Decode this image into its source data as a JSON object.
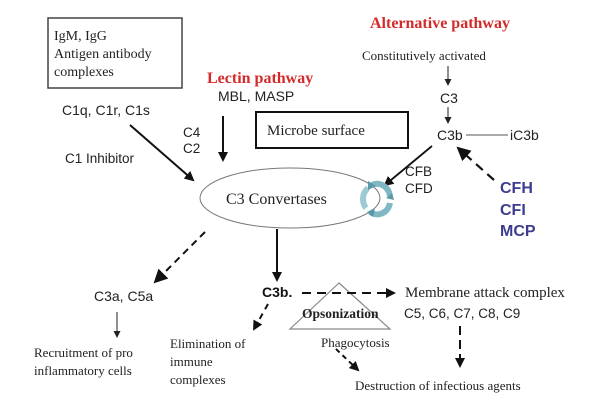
{
  "classical": {
    "box_lines": [
      "IgM, IgG",
      "Antigen antibody",
      "complexes"
    ],
    "components": "C1q, C1r, C1s",
    "inhibitor": "C1 Inhibitor",
    "c4": "C4",
    "c2": "C2"
  },
  "lectin": {
    "title": "Lectin pathway",
    "components": "MBL, MASP",
    "title_color": "#d42a2a"
  },
  "microbe_surface": "Microbe surface",
  "alternative": {
    "title": "Alternative pathway",
    "title_color": "#d42a2a",
    "activation": "Constitutively activated",
    "c3": "C3",
    "c3b": "C3b",
    "ic3b": "iC3b",
    "cfb": "CFB",
    "cfd": "CFD",
    "regulators": [
      "CFH",
      "CFI",
      "MCP"
    ],
    "regulator_color": "#3d3d8f"
  },
  "convertase": {
    "label": "C3 Convertases",
    "cycle_icon_color": "#7fb8c4"
  },
  "outcomes": {
    "anaphylatoxins": "C3a, C5a",
    "recruitment_lines": [
      "Recruitment of pro",
      "inflammatory cells"
    ],
    "c3b_product": "C3b.",
    "elimination_lines": [
      "Elimination of",
      "immune",
      "complexes"
    ],
    "opsonization": "Opsonization",
    "phagocytosis": "Phagocytosis",
    "mac_title": "Membrane attack complex",
    "mac_components": "C5, C6, C7, C8, C9",
    "destruction": "Destruction of infectious agents"
  }
}
